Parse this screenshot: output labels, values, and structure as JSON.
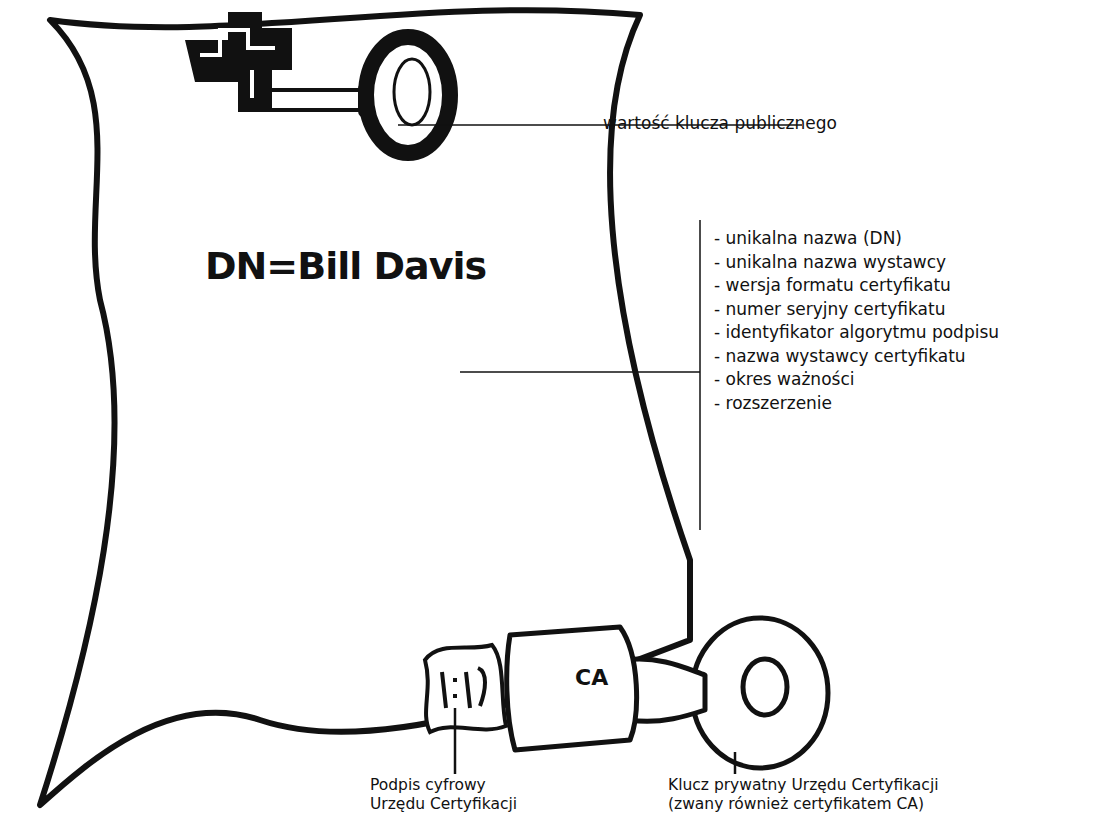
{
  "diagram": {
    "nodes": [
      {
        "text": [
          "DN=Bill Davis"
        ]
      },
      {
        "text": [
          "CA"
        ]
      }
    ],
    "labels": [
      "wartość klucza publicznego",
      "- unikalna nazwa (DN)",
      "- unikalna nazwa wystawcy",
      "- wersja formatu certyfikatu",
      "- numer seryjny certyfikatu",
      "- identyfikator algorytmu podpisu",
      "- nazwa wystawcy certyfikatu",
      "- okres ważności",
      "- rozszerzenie",
      "Podpis cyfrowy Urzędu Certyfikacji",
      "Klucz prywatny Urzędu Certyfikacji (zwany również certyfikatem CA)"
    ]
  }
}
